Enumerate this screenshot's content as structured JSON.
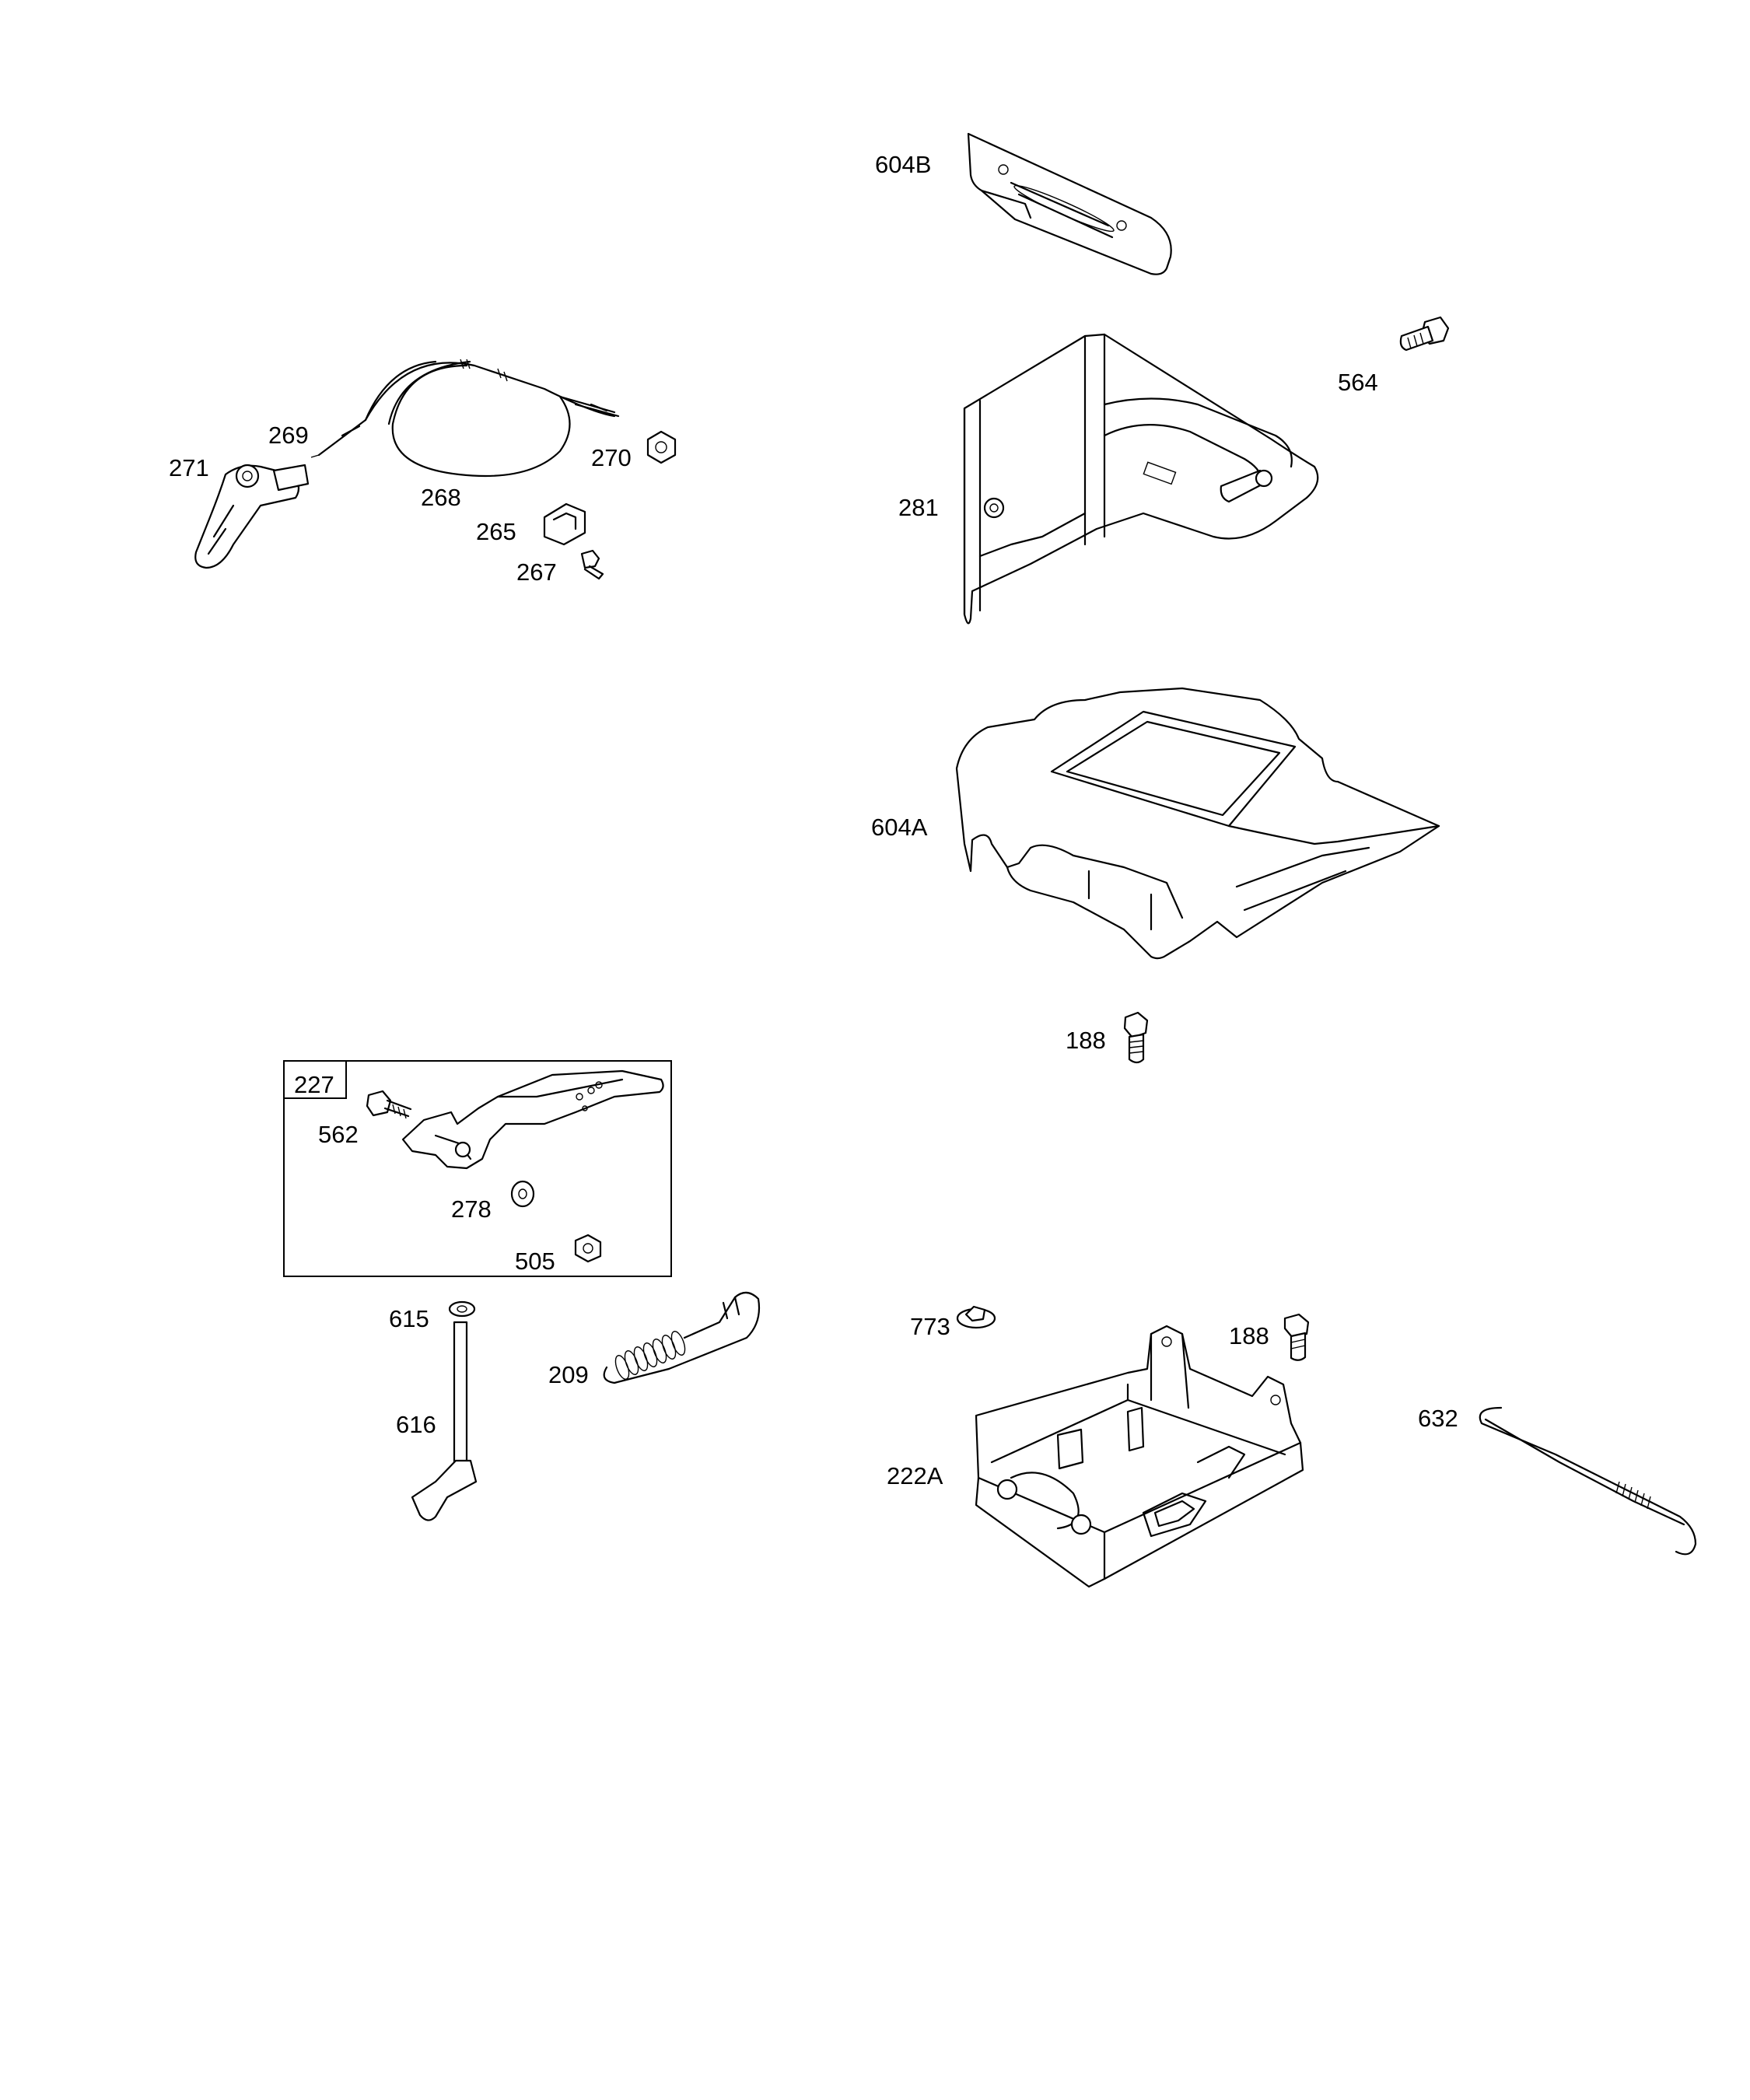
{
  "callouts": {
    "c604B": "604B",
    "c564": "564",
    "c281": "281",
    "c604A": "604A",
    "c188a": "188",
    "c271": "271",
    "c269": "269",
    "c268": "268",
    "c270": "270",
    "c265": "265",
    "c267": "267",
    "c227": "227",
    "c562": "562",
    "c278": "278",
    "c505": "505",
    "c615": "615",
    "c616": "616",
    "c209": "209",
    "c773": "773",
    "c188b": "188",
    "c222A": "222A",
    "c632": "632"
  }
}
